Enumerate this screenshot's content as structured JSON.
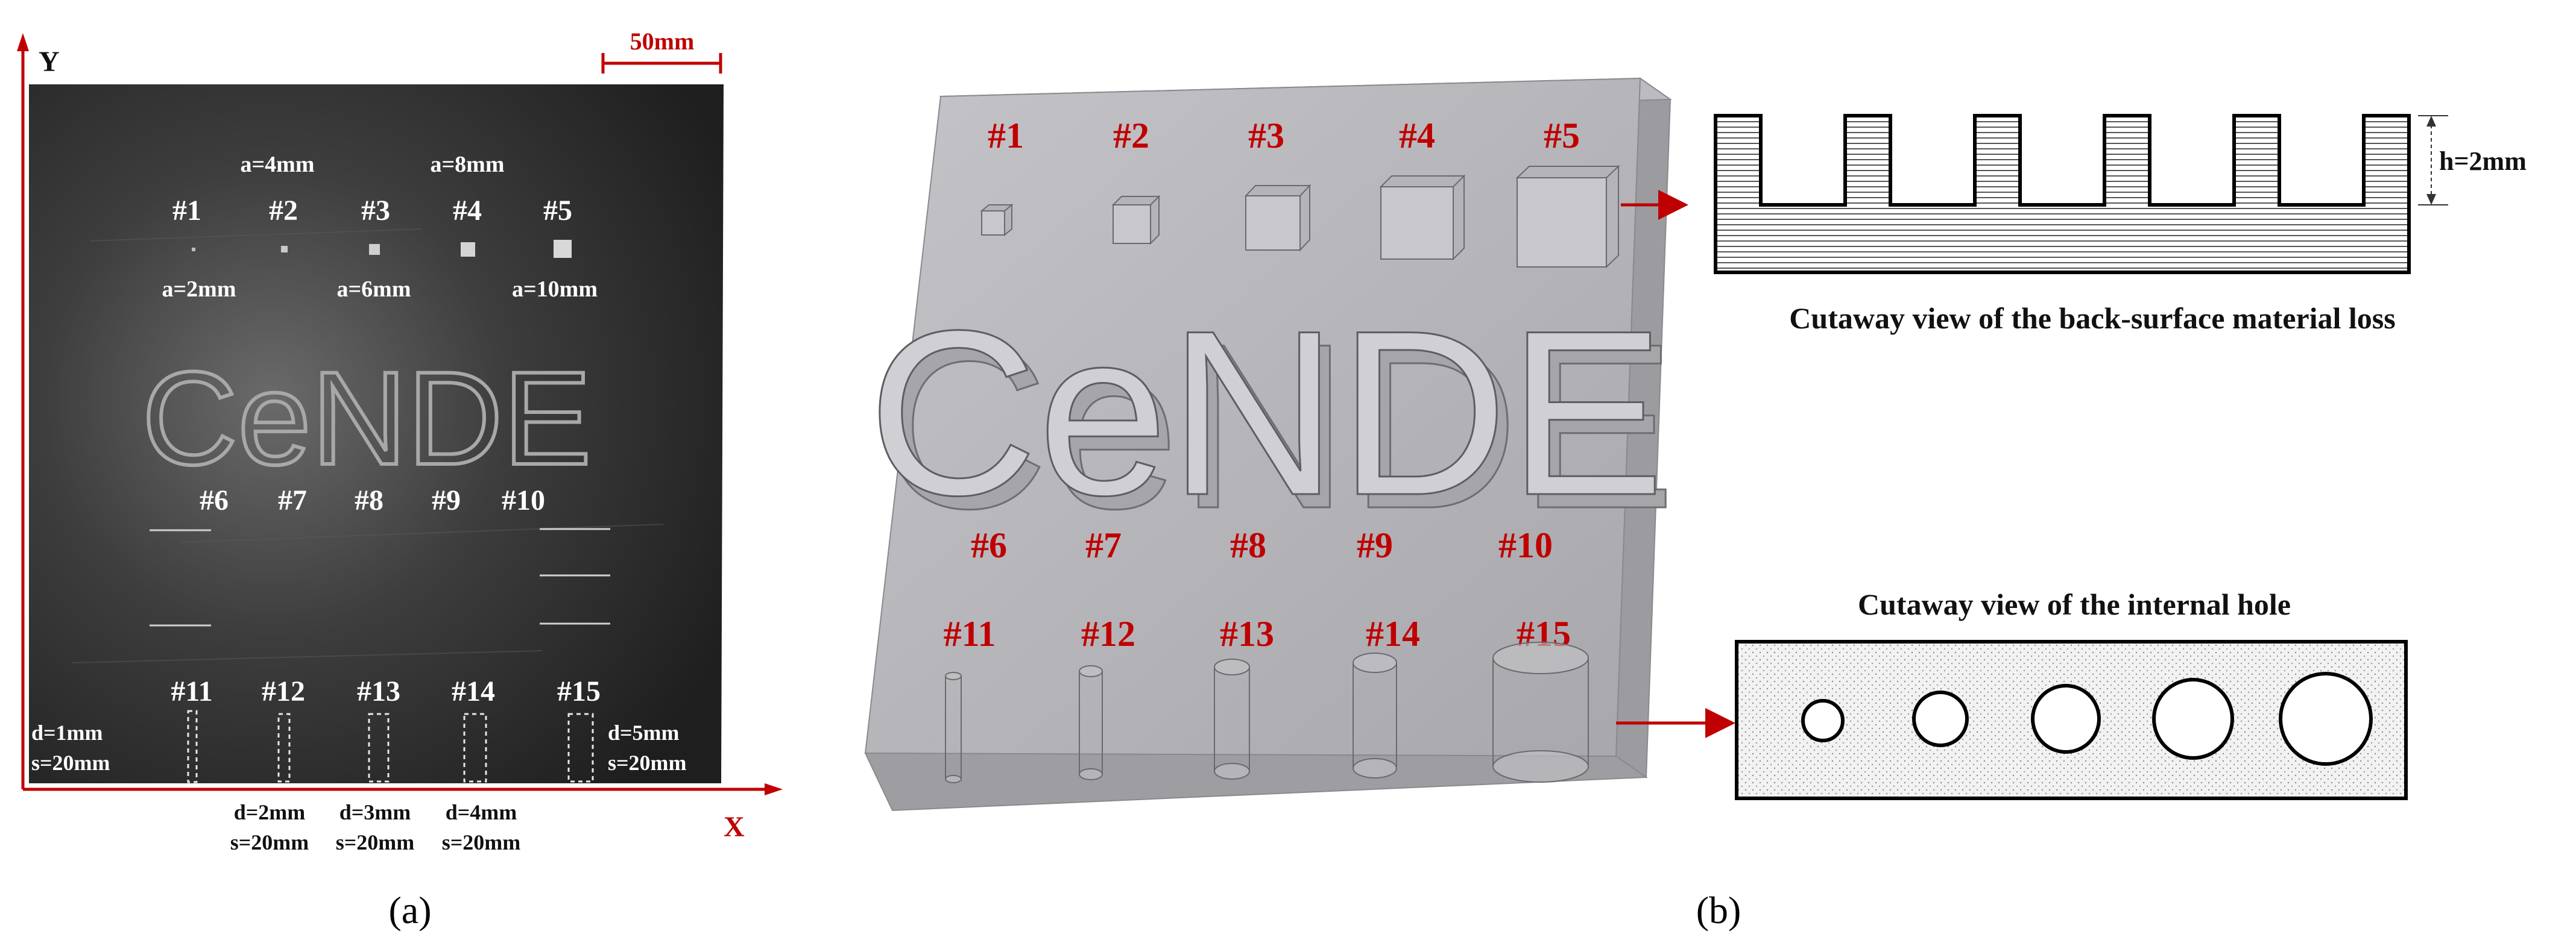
{
  "panel_a": {
    "caption": "(a)",
    "axis_x": "X",
    "axis_y": "Y",
    "scale_bar": "50mm",
    "defects_top": [
      {
        "id": "#1",
        "size": "a=2mm"
      },
      {
        "id": "#2",
        "size": "a=4mm"
      },
      {
        "id": "#3",
        "size": "a=6mm"
      },
      {
        "id": "#4",
        "size": "a=8mm"
      },
      {
        "id": "#5",
        "size": "a=10mm"
      }
    ],
    "defects_mid": [
      "#6",
      "#7",
      "#8",
      "#9",
      "#10"
    ],
    "logo_text": "CeNDE",
    "defects_bottom": [
      {
        "id": "#11",
        "d": "d=1mm",
        "s": "s=20mm"
      },
      {
        "id": "#12",
        "d": "d=2mm",
        "s": "s=20mm"
      },
      {
        "id": "#13",
        "d": "d=3mm",
        "s": "s=20mm"
      },
      {
        "id": "#14",
        "d": "d=4mm",
        "s": "s=20mm"
      },
      {
        "id": "#15",
        "d": "d=5mm",
        "s": "s=20mm"
      }
    ]
  },
  "panel_b": {
    "caption": "(b)",
    "top_labels": [
      "#1",
      "#2",
      "#3",
      "#4",
      "#5"
    ],
    "mid_labels": [
      "#6",
      "#7",
      "#8",
      "#9",
      "#10"
    ],
    "bottom_labels": [
      "#11",
      "#12",
      "#13",
      "#14",
      "#15"
    ],
    "logo_text": "CeNDE",
    "cutaway_loss_title": "Cutaway view of the back-surface material loss",
    "depth_label": "h=2mm",
    "cutaway_hole_title": "Cutaway view of the internal hole"
  },
  "colors": {
    "accent_red": "#c00000",
    "plate_dark": "#3a3a3a",
    "model_gray": "#b4b4b8"
  }
}
